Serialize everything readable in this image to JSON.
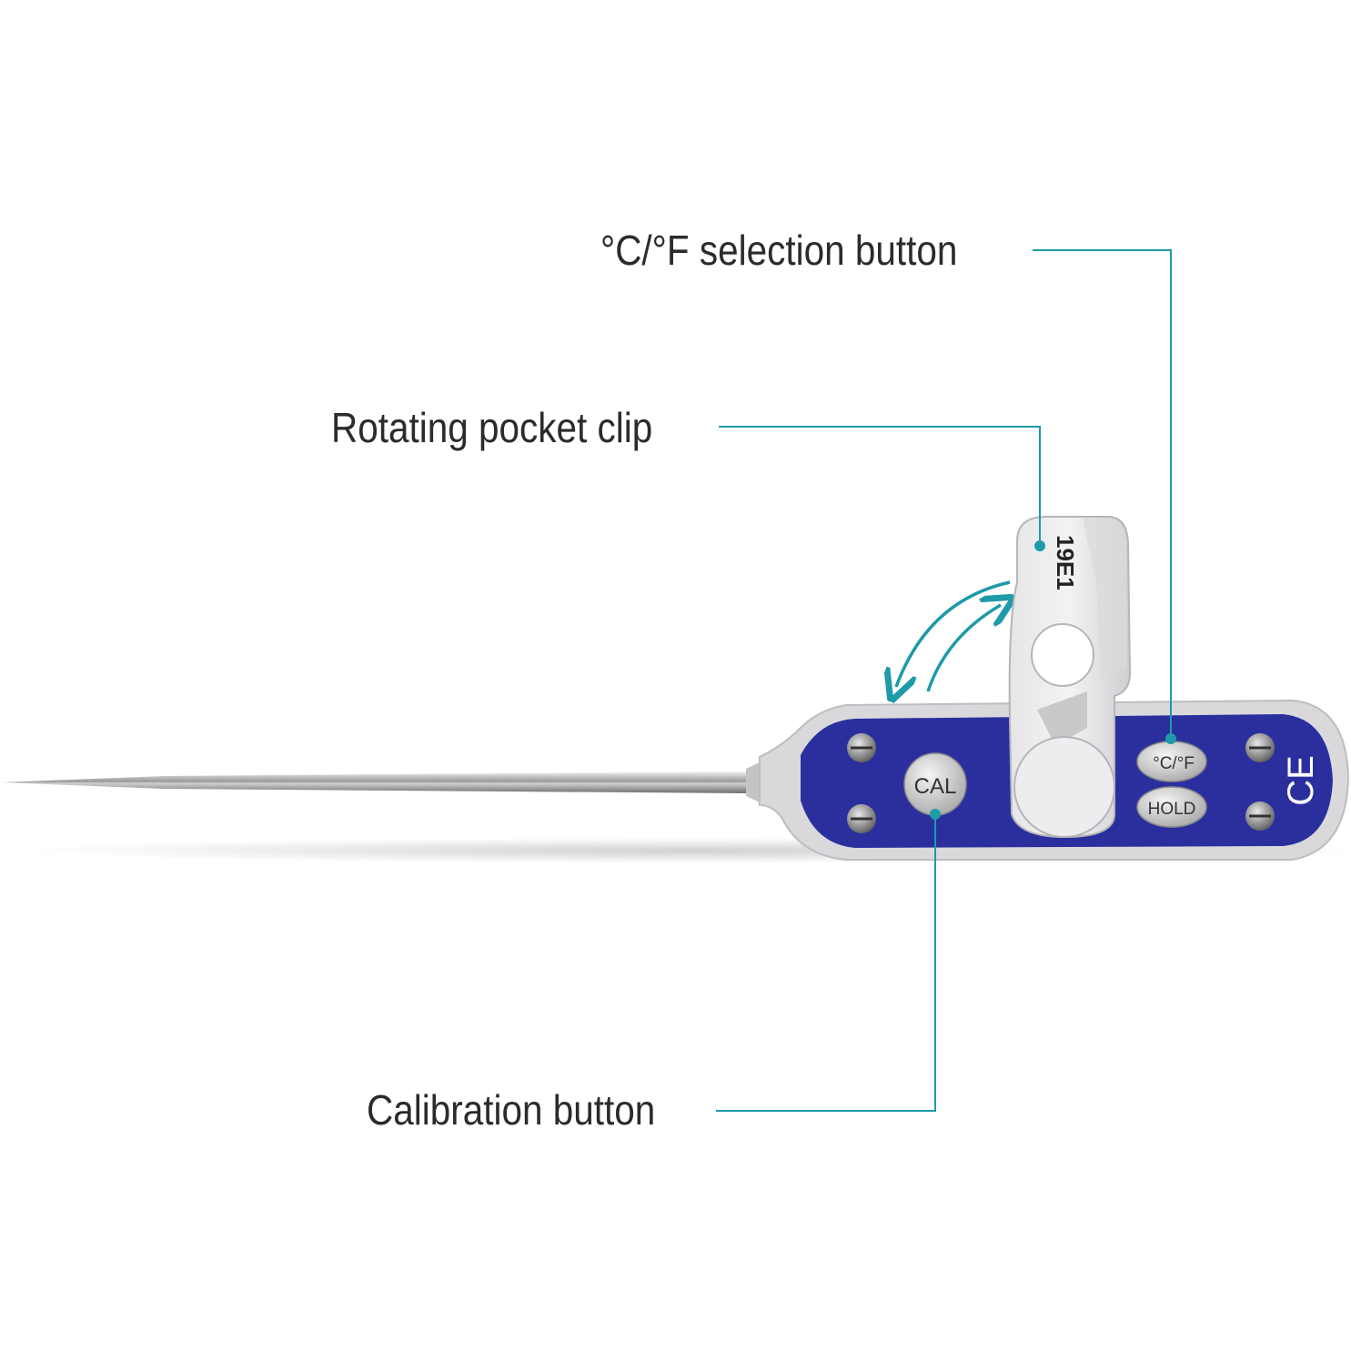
{
  "callouts": {
    "unit_button": {
      "label": "°C/°F selection button"
    },
    "pocket_clip": {
      "label": "Rotating pocket clip"
    },
    "calibration_button": {
      "label": "Calibration button"
    }
  },
  "device": {
    "clip_code": "19E1",
    "cal_label": "CAL",
    "unit_label": "°C/°F",
    "hold_label": "HOLD",
    "ce_mark": "CE"
  },
  "colors": {
    "leader_line": "#1e9aa8",
    "body_blue": "#2b2f9e",
    "housing_gray": "#d9d9dc",
    "label_text": "#2b2b2b"
  }
}
